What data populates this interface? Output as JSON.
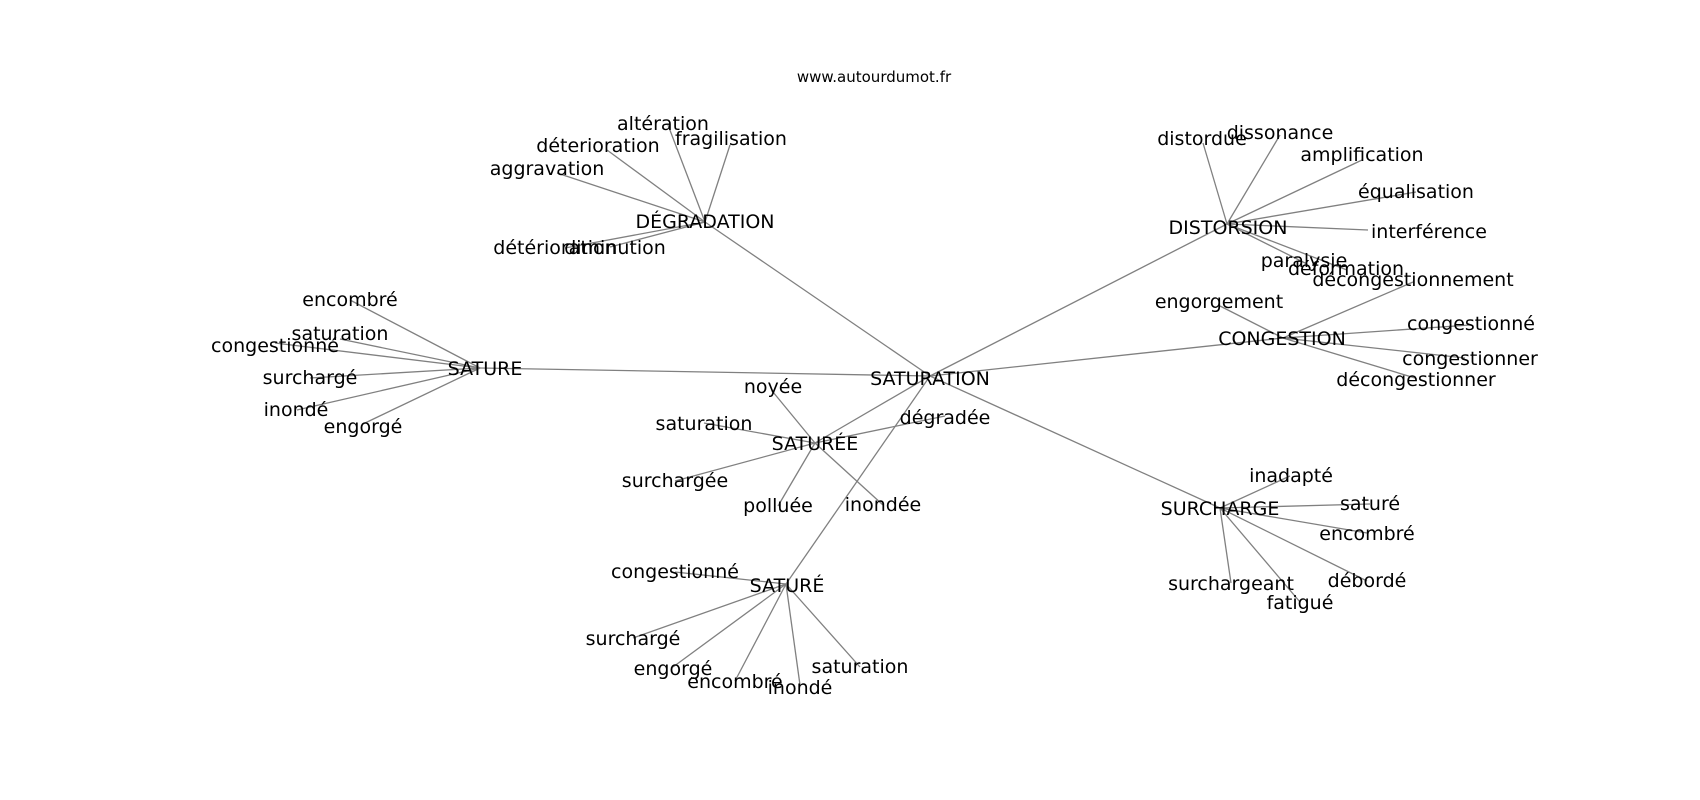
{
  "site": "www.autourdumot.fr",
  "center": "SATURATION",
  "clusters": [
    {
      "id": "degradation",
      "label": "DÉGRADATION",
      "leaves": [
        "altération",
        "déterioration",
        "fragilisation",
        "aggravation",
        "détérioration",
        "diminution"
      ]
    },
    {
      "id": "distorsion",
      "label": "DISTORSION",
      "leaves": [
        "distordue",
        "dissonance",
        "amplification",
        "équalisation",
        "interférence",
        "paralysie",
        "déformation"
      ]
    },
    {
      "id": "sature",
      "label": "SATURE",
      "leaves": [
        "encombré",
        "saturation",
        "congestionné",
        "surchargé",
        "inondé",
        "engorgé"
      ]
    },
    {
      "id": "congestion",
      "label": "CONGESTION",
      "leaves": [
        "engorgement",
        "décongestionnement",
        "congestionné",
        "congestionner",
        "décongestionner"
      ]
    },
    {
      "id": "saturee",
      "label": "SATURÉE",
      "leaves": [
        "noyée",
        "saturation",
        "dégradée",
        "surchargée",
        "polluée",
        "inondée"
      ]
    },
    {
      "id": "sature-accent",
      "label": "SATURÉ",
      "leaves": [
        "congestionné",
        "surchargé",
        "engorgé",
        "encombré",
        "inondé",
        "saturation"
      ]
    },
    {
      "id": "surcharge",
      "label": "SURCHARGE",
      "leaves": [
        "inadapté",
        "saturé",
        "encombré",
        "débordé",
        "surchargeant",
        "fatigué"
      ]
    }
  ]
}
